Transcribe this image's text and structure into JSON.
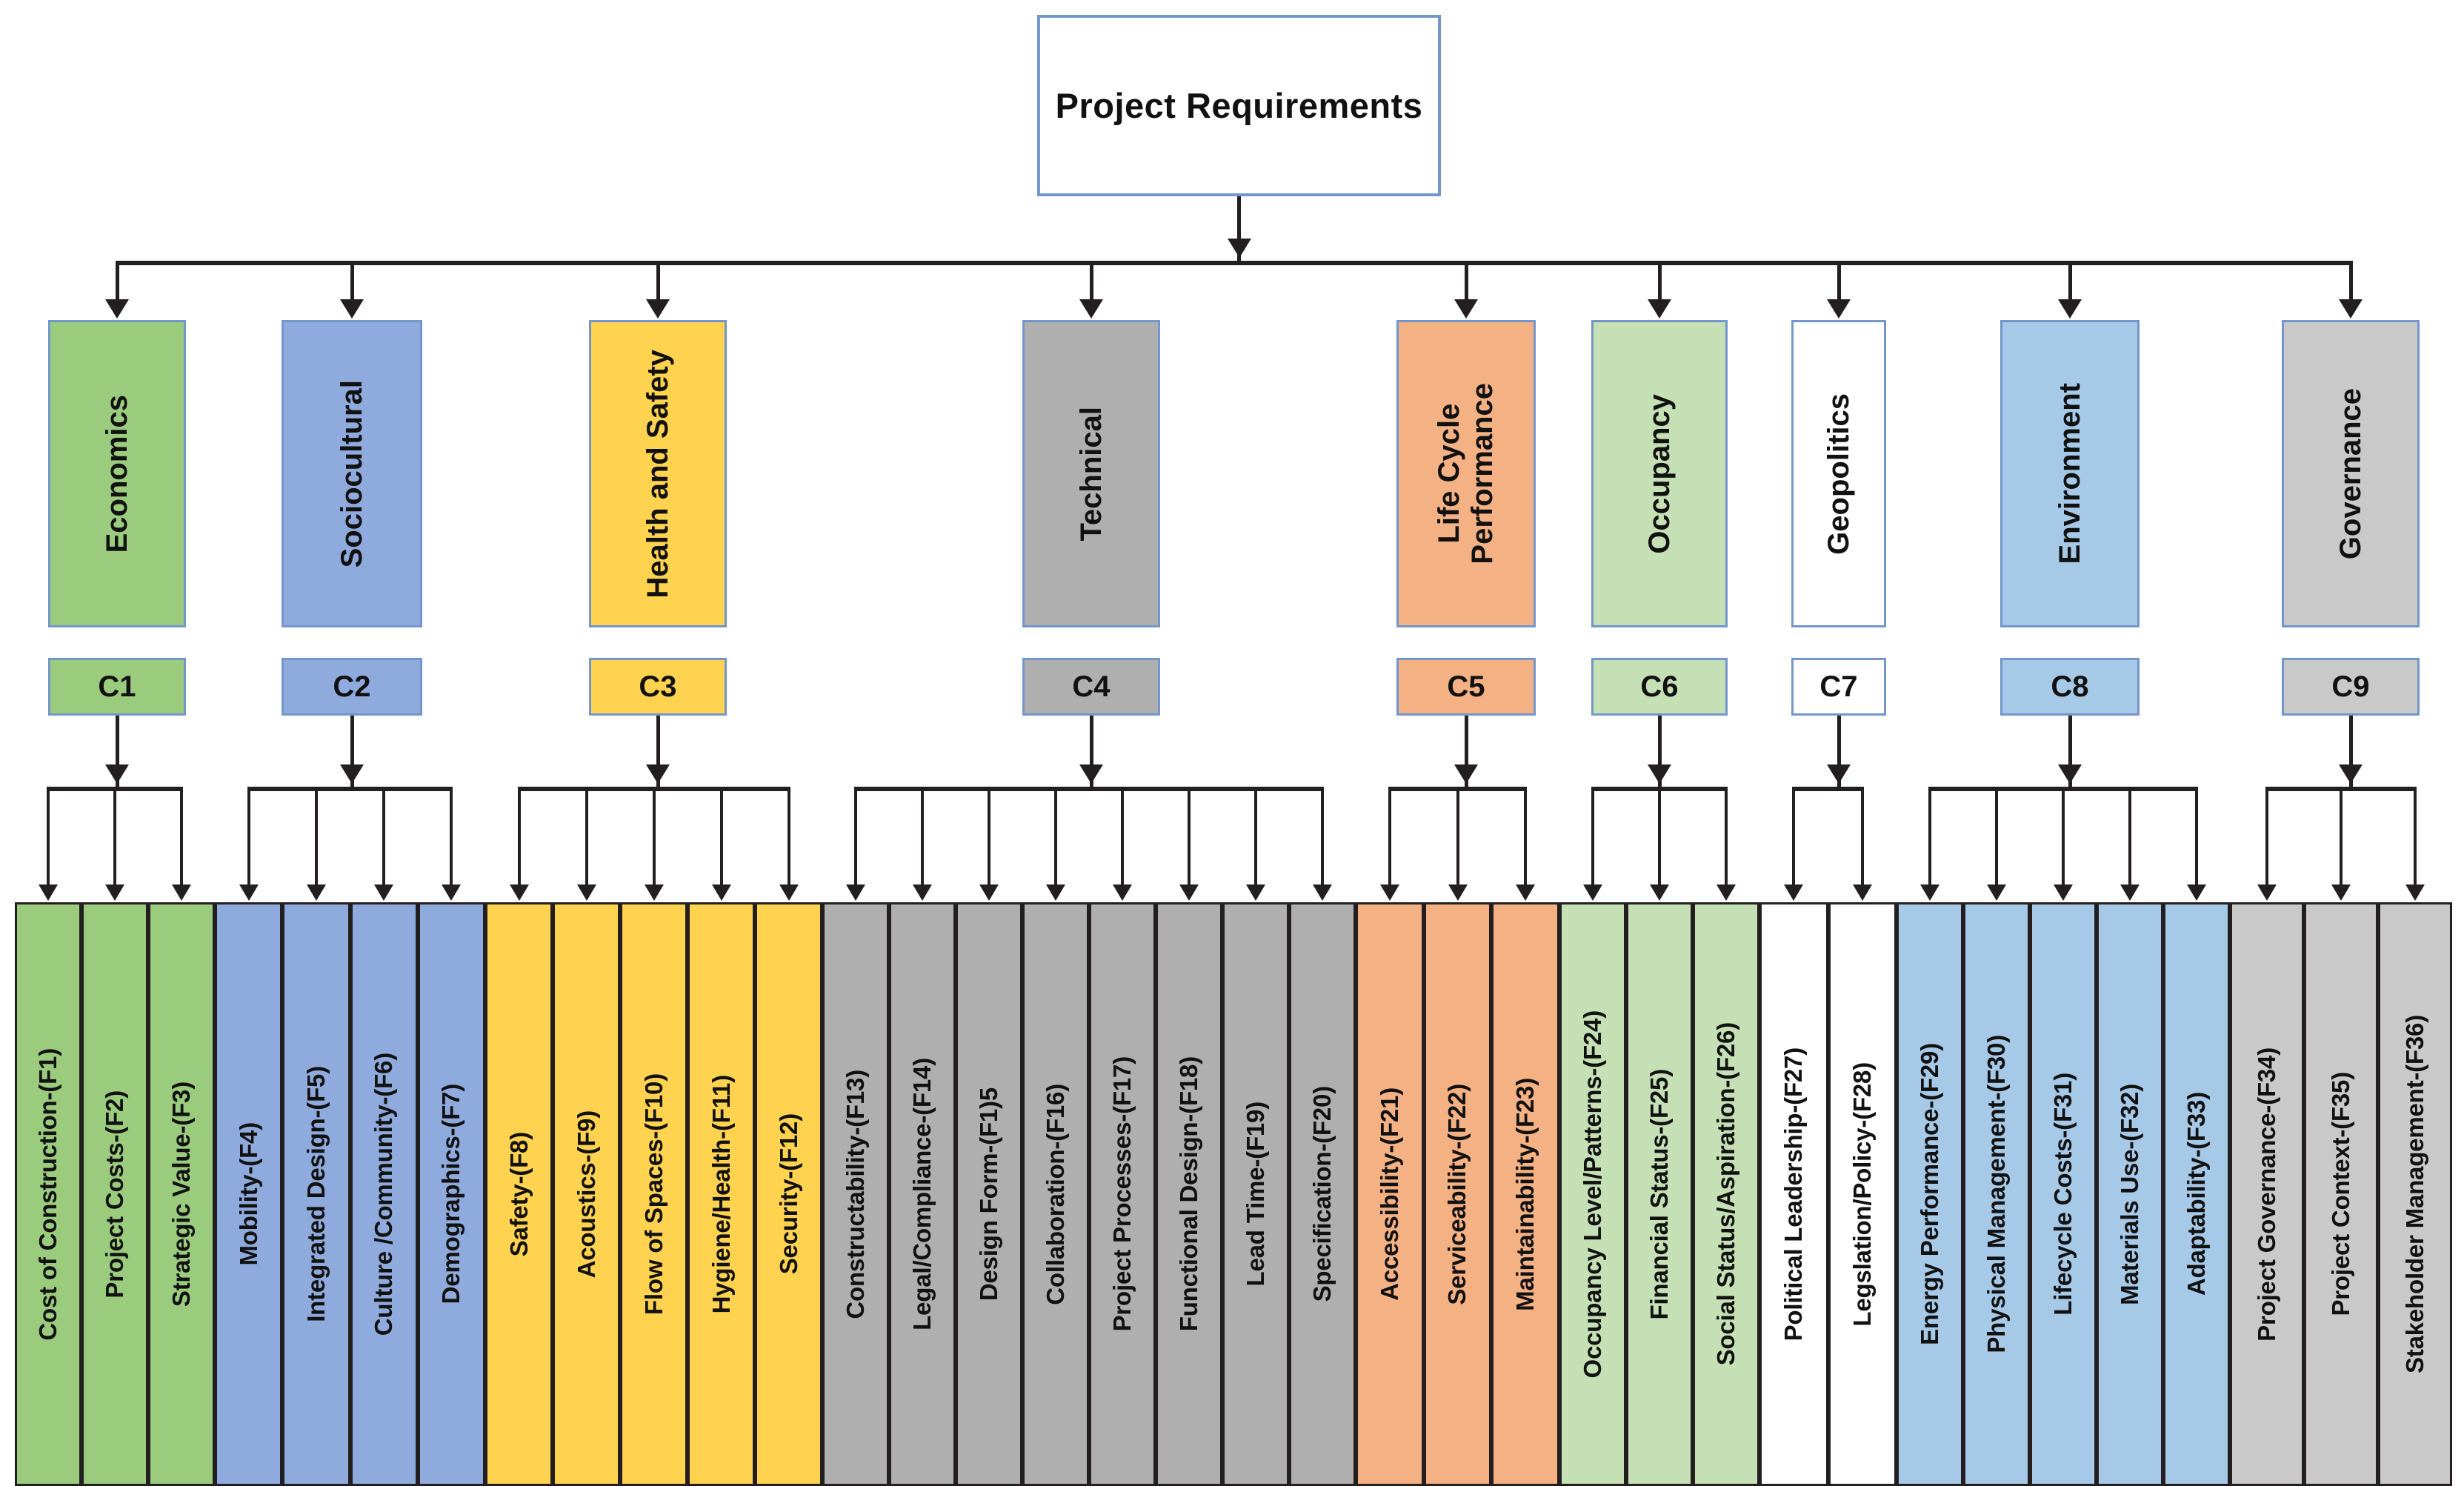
{
  "root": {
    "label": "Project Requirements"
  },
  "colors": {
    "economics": "#9BCC7E",
    "sociocultural": "#8FAADC",
    "health_safety": "#FFD250",
    "technical": "#AFAFAF",
    "life_cycle": "#F4B183",
    "occupancy": "#C5E0B4",
    "geopolitics": "#FFFFFF",
    "environment": "#A6C9E8",
    "governance": "#C9C9C9",
    "box_border": "#7396CB",
    "line": "#231F20"
  },
  "categories": [
    {
      "label": "Economics",
      "code": "C1",
      "color_key": "economics",
      "factor_count": 3
    },
    {
      "label": "Sociocultural",
      "code": "C2",
      "color_key": "sociocultural",
      "factor_count": 4
    },
    {
      "label": "Health and Safety",
      "code": "C3",
      "color_key": "health_safety",
      "factor_count": 5
    },
    {
      "label": "Technical",
      "code": "C4",
      "color_key": "technical",
      "factor_count": 8
    },
    {
      "label": "Life Cycle\nPerformance",
      "code": "C5",
      "color_key": "life_cycle",
      "factor_count": 3
    },
    {
      "label": "Occupancy",
      "code": "C6",
      "color_key": "occupancy",
      "factor_count": 3
    },
    {
      "label": "Geopolitics",
      "code": "C7",
      "color_key": "geopolitics",
      "factor_count": 2
    },
    {
      "label": "Environment",
      "code": "C8",
      "color_key": "environment",
      "factor_count": 5
    },
    {
      "label": "Governance",
      "code": "C9",
      "color_key": "governance",
      "factor_count": 3
    }
  ],
  "factors": [
    {
      "label": "Cost of Construction-(F1)",
      "code": "F1",
      "category": "C1"
    },
    {
      "label": "Project Costs-(F2)",
      "code": "F2",
      "category": "C1"
    },
    {
      "label": "Strategic Value-(F3)",
      "code": "F3",
      "category": "C1"
    },
    {
      "label": "Mobility-(F4)",
      "code": "F4",
      "category": "C2"
    },
    {
      "label": "Integrated Design-(F5)",
      "code": "F5",
      "category": "C2"
    },
    {
      "label": "Culture /Community-(F6)",
      "code": "F6",
      "category": "C2"
    },
    {
      "label": "Demographics-(F7)",
      "code": "F7",
      "category": "C2"
    },
    {
      "label": "Safety-(F8)",
      "code": "F8",
      "category": "C3"
    },
    {
      "label": "Acoustics-(F9)",
      "code": "F9",
      "category": "C3"
    },
    {
      "label": "Flow of Spaces-(F10)",
      "code": "F10",
      "category": "C3"
    },
    {
      "label": "Hygiene/Health-(F11)",
      "code": "F11",
      "category": "C3"
    },
    {
      "label": "Security-(F12)",
      "code": "F12",
      "category": "C3"
    },
    {
      "label": "Constructability-(F13)",
      "code": "F13",
      "category": "C4"
    },
    {
      "label": "Legal/Compliance-(F14)",
      "code": "F14",
      "category": "C4"
    },
    {
      "label": "Design Form-(F1)5",
      "code": "F15",
      "category": "C4"
    },
    {
      "label": "Collaboration-(F16)",
      "code": "F16",
      "category": "C4"
    },
    {
      "label": "Project Processes-(F17)",
      "code": "F17",
      "category": "C4"
    },
    {
      "label": "Functional Design-(F18)",
      "code": "F18",
      "category": "C4"
    },
    {
      "label": "Lead Time-(F19)",
      "code": "F19",
      "category": "C4"
    },
    {
      "label": "Specification-(F20)",
      "code": "F20",
      "category": "C4"
    },
    {
      "label": "Accessibility-(F21)",
      "code": "F21",
      "category": "C5"
    },
    {
      "label": "Serviceability-(F22)",
      "code": "F22",
      "category": "C5"
    },
    {
      "label": "Maintainability-(F23)",
      "code": "F23",
      "category": "C5"
    },
    {
      "label": "Occupancy Level/Patterns-(F24)",
      "code": "F24",
      "category": "C6"
    },
    {
      "label": "Financial Status-(F25)",
      "code": "F25",
      "category": "C6"
    },
    {
      "label": "Social Status/Aspiration-(F26)",
      "code": "F26",
      "category": "C6"
    },
    {
      "label": "Political Leadership-(F27)",
      "code": "F27",
      "category": "C7"
    },
    {
      "label": "Legslation/Policy-(F28)",
      "code": "F28",
      "category": "C7"
    },
    {
      "label": "Energy Performance-(F29)",
      "code": "F29",
      "category": "C8"
    },
    {
      "label": "Physical Management-(F30)",
      "code": "F30",
      "category": "C8"
    },
    {
      "label": "Lifecycle Costs-(F31)",
      "code": "F31",
      "category": "C8"
    },
    {
      "label": "Materials Use-(F32)",
      "code": "F32",
      "category": "C8"
    },
    {
      "label": "Adaptability-(F33)",
      "code": "F33",
      "category": "C8"
    },
    {
      "label": "Project Governance-(F34)",
      "code": "F34",
      "category": "C9"
    },
    {
      "label": "Project Context-(F35)",
      "code": "F35",
      "category": "C9"
    },
    {
      "label": "Stakeholder Management-(F36)",
      "code": "F36",
      "category": "C9"
    }
  ]
}
